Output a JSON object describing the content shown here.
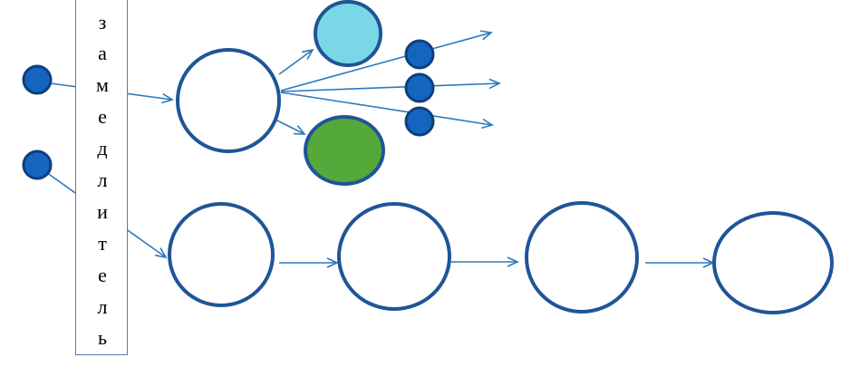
{
  "moderator": {
    "label": "замедлитель",
    "letters": [
      "з",
      "а",
      "м",
      "е",
      "д",
      "л",
      "и",
      "т",
      "е",
      "л",
      "ь"
    ]
  },
  "colors": {
    "outline": "#1f5597",
    "neutron_fill": "#1565c0",
    "neutron_stroke": "#0d3f7a",
    "arrow": "#2a7abf",
    "fragment_light": "#7ad7e6",
    "fragment_green": "#55a83a",
    "box_border": "#4a7ebb"
  }
}
